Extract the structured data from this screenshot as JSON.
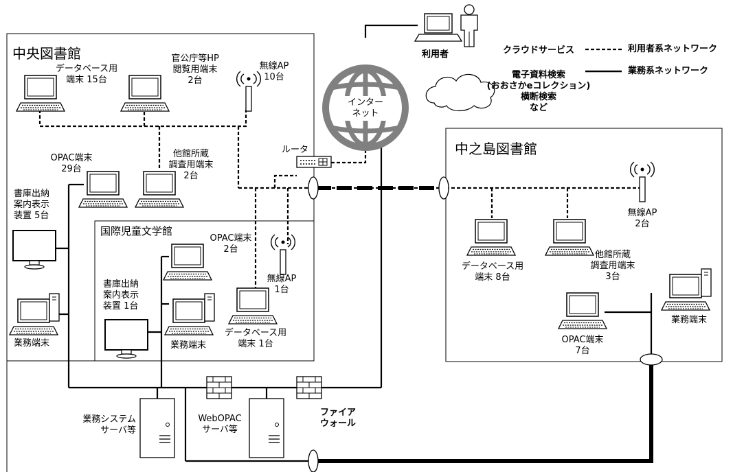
{
  "buildings": {
    "chuo": "中央図書館",
    "kokusai": "国際児童文学館",
    "nakanoshima": "中之島図書館"
  },
  "chuo": {
    "db_terminal": [
      "データベース用",
      "端末 15台"
    ],
    "gov_terminal": [
      "官公庁等HP",
      "閲覧用端末",
      "2台"
    ],
    "wireless_ap": [
      "無線AP",
      "10台"
    ],
    "opac": [
      "OPAC端末",
      "29台"
    ],
    "other_lib": [
      "他館所蔵",
      "調査用端末",
      "2台"
    ],
    "stack_display": [
      "書庫出納",
      "案内表示",
      "装置  5台"
    ],
    "business_terminal": "業務端末",
    "business_server": [
      "業務システム",
      "サーバ等"
    ],
    "webopac_server": [
      "WebOPAC",
      "サーバ等"
    ]
  },
  "kokusai": {
    "opac": [
      "OPAC端末",
      "2台"
    ],
    "stack_display": [
      "書庫出納",
      "案内表示",
      "装置  1台"
    ],
    "business_terminal": "業務端末",
    "db_terminal": [
      "データベース用",
      "端末 1台"
    ],
    "wireless_ap": [
      "無線AP",
      "1台"
    ]
  },
  "nakanoshima": {
    "wireless_ap": [
      "無線AP",
      "2台"
    ],
    "db_terminal": [
      "データベース用",
      "端末 8台"
    ],
    "other_lib": [
      "他館所蔵",
      "調査用端末",
      "3台"
    ],
    "opac": [
      "OPAC端末",
      "7台"
    ],
    "business_terminal": "業務端末"
  },
  "network": {
    "router": "ルータ",
    "internet": [
      "インター",
      "ネット"
    ],
    "firewall": [
      "ファイア",
      "ウォール"
    ],
    "user": "利用者"
  },
  "cloud": {
    "title": "クラウドサービス",
    "lines": [
      "電子資料検索",
      "(おおさかeコレクション)",
      "横断検索",
      "など"
    ]
  },
  "legend": {
    "user_network": "利用者系ネットワーク",
    "business_network": "業務系ネットワーク"
  }
}
